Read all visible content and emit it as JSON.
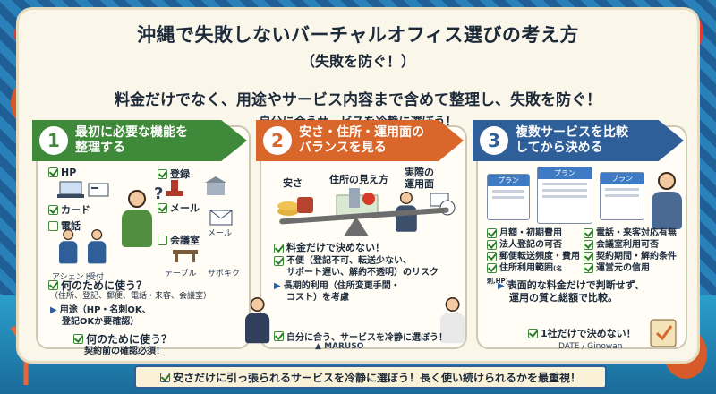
{
  "title": "沖縄で失敗しないバーチャルオフィス選びの考え方",
  "subtitle": "（失敗を防ぐ！）",
  "lead": {
    "line1": "料金だけでなく、用途やサービス内容まで含めて整理し、失敗を防ぐ！",
    "line2": "自分に合うサービスを冷静に選ぼう！"
  },
  "step1": {
    "num": "1",
    "title": "最初に必要な機能を整理する",
    "title_l1": "最初に必要な機能を",
    "title_l2": "整理する",
    "checks": [
      {
        "label": "HP",
        "checked": true
      },
      {
        "label": "カード",
        "checked": true
      },
      {
        "label": "電話",
        "checked": false
      },
      {
        "label": "登録",
        "checked": true
      },
      {
        "label": "メール",
        "checked": true
      },
      {
        "label": "会議室",
        "checked": false
      }
    ],
    "icon_labels": {
      "mail": "メール",
      "assistant": "アシェント",
      "reception": "受付",
      "table": "テーブル",
      "support": "サポキク"
    },
    "q1": "何のために使う？",
    "q1_detail": "（住所、登記、郵便、電話・来客、会議室）",
    "use_l1": "用途（HP・名刺OK、",
    "use_l2": "登記OKか要確認）",
    "q2": "何のために使う？",
    "q2_detail": "契約前の確認必須！"
  },
  "step2": {
    "num": "2",
    "title_l1": "安さ・住所・運用面の",
    "title_l2": "バランスを見る",
    "labels": {
      "cheap": "安さ",
      "address": "住所の見え方",
      "ops_l1": "実際の",
      "ops_l2": "運用面"
    },
    "checks": [
      {
        "label": "料金だけで決めない！",
        "checked": true
      },
      {
        "label": "不便（登記不可、転送少ない、",
        "checked": true
      }
    ],
    "inconv_l2": "サポート遅い、解約不透明）のリスク",
    "long_l1": "長期的利用（住所変更手間・",
    "long_l2": "コスト）を考慮",
    "bottom_check": "自分に合う、サービスを冷静に選ぼう！",
    "brand": "MARUSO"
  },
  "step3": {
    "num": "3",
    "title_l1": "複数サービスを比較",
    "title_l2": "してから決める",
    "plan_label": "プラン",
    "plan_big": "プラン",
    "list_left": [
      "月額・初期費用",
      "法人登記の可否",
      "郵便転送頻度・費用",
      "住所利用範囲"
    ],
    "list_left_note": "(名刺,HP)",
    "list_right": [
      "電話・来客対応有無",
      "会議室利用可否",
      "契約期間・解約条件",
      "運営元の信用"
    ],
    "summary_l1": "表面的な料金だけで判断せず、",
    "summary_l2": "運用の質と総額で比較。",
    "bottom_check": "1社だけで決めない！",
    "date_label": "DATE / Ginowan"
  },
  "footer": "安さだけに引っ張られるサービスを冷静に選ぼう！長く使い続けられるかを最重視！",
  "colors": {
    "green": "#3f8a3a",
    "orange": "#d9672b",
    "blue": "#2e5f99",
    "cream": "#fbf6ea"
  }
}
